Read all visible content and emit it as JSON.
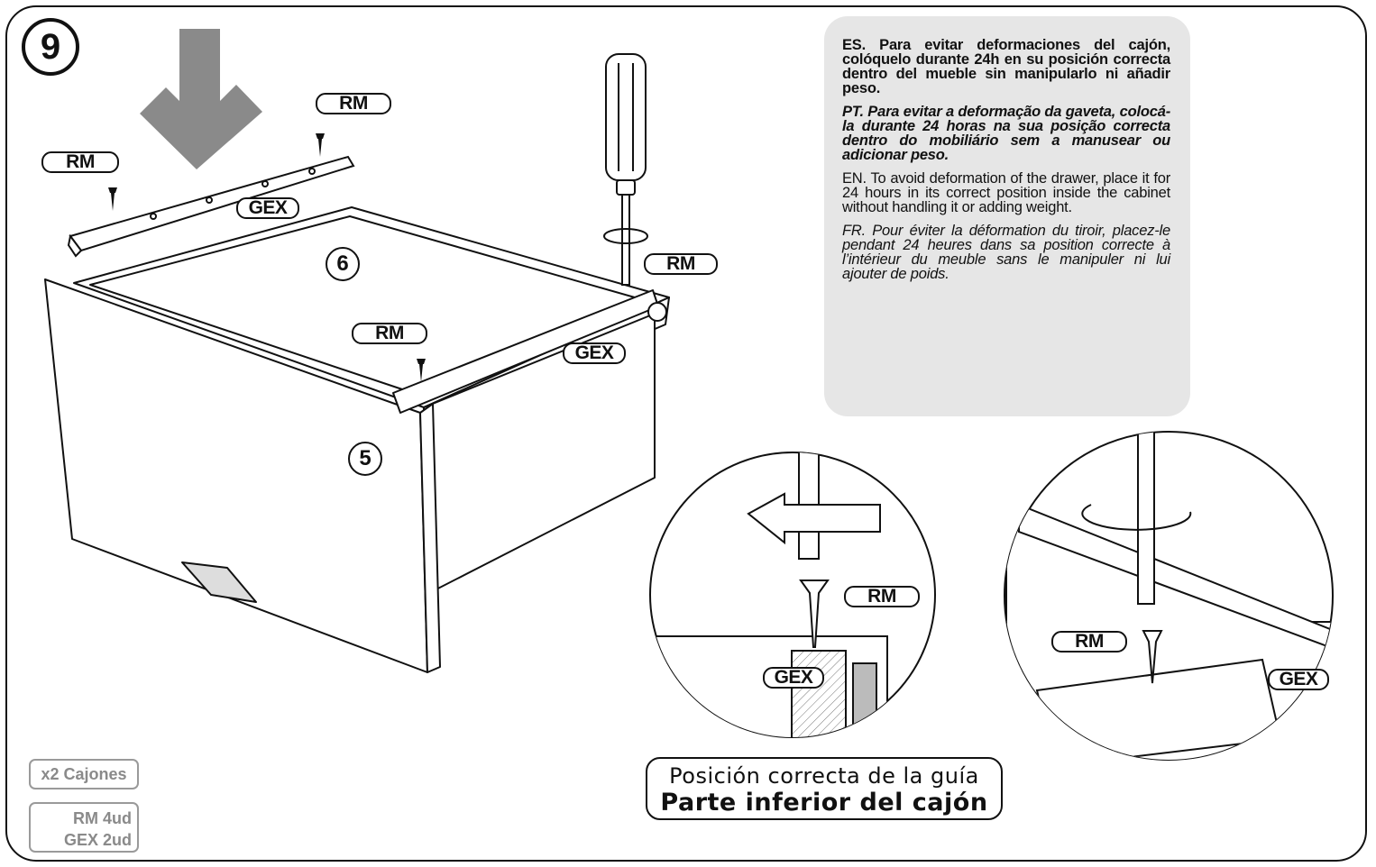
{
  "step_number": "9",
  "parts": {
    "front_panel": "5",
    "drawer_bottom": "6"
  },
  "labels": {
    "rm": "RM",
    "gex": "GEX"
  },
  "instructions": {
    "es": "ES. Para evitar deformaciones del cajón, colóquelo durante 24h en su posición correcta dentro del mueble sin manipularlo ni añadir peso.",
    "pt": "PT. Para evitar a deformação da gaveta, colocá-la durante 24 horas na sua posição correcta dentro do mobiliário sem a manusear ou adicionar peso.",
    "en": "EN. To avoid deformation of the drawer, place it for 24 hours in its correct position inside the cabinet without handling it or adding weight.",
    "fr": "FR. Pour éviter la déformation du tiroir, placez-le pendant 24 heures dans sa position correcte à l’intérieur du meuble sans le manipuler ni lui ajouter de poids."
  },
  "caption": {
    "line1": "Posición correcta de la guía",
    "line2": "Parte inferior del cajón"
  },
  "quantities": {
    "drawers": "x2 Cajones",
    "rm": "RM 4ud",
    "gex": "GEX 2ud"
  },
  "colors": {
    "arrow_gray": "#8a8a8a",
    "note_background": "#e6e6e6",
    "quantity_gray": "#8a8a8a"
  }
}
